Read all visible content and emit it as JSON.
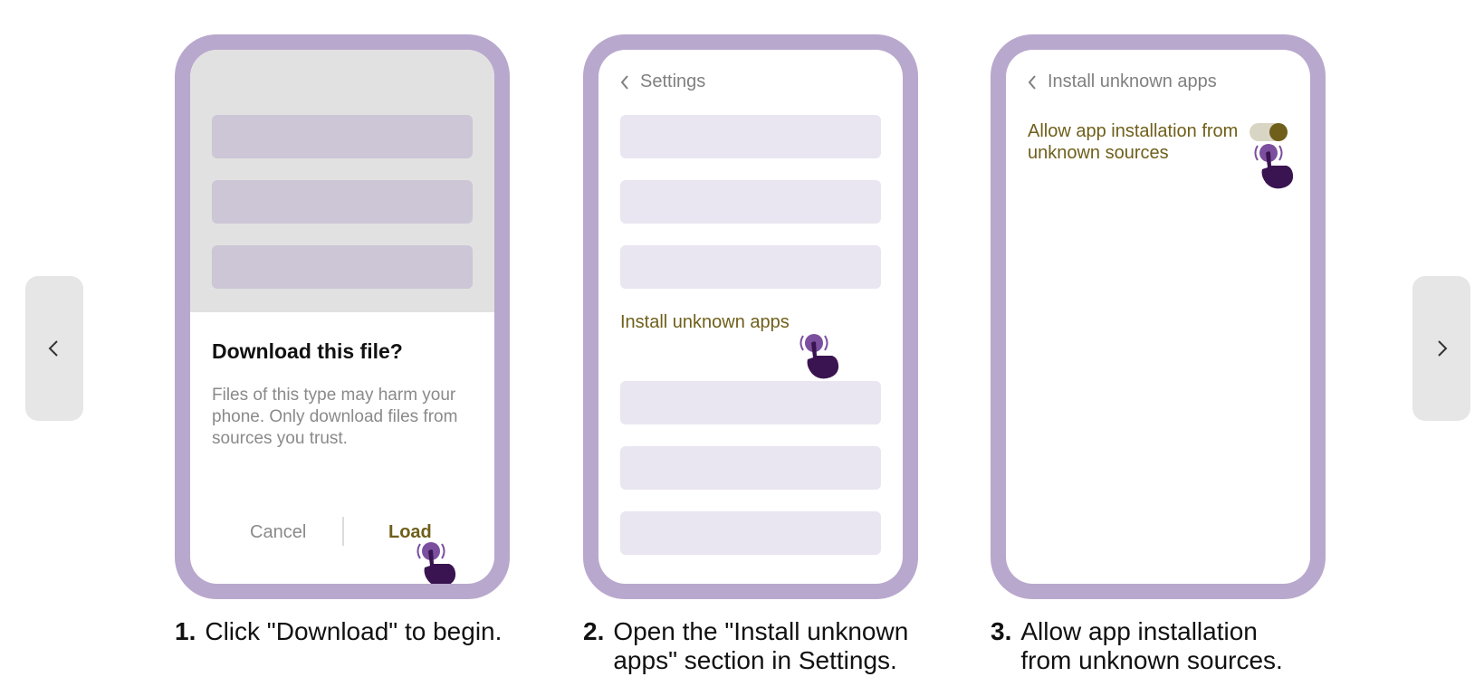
{
  "colors": {
    "frame": "#b9a8cd",
    "accent": "#6f5f1a",
    "hand": "#3a1450",
    "pointer": "#7b4f9e"
  },
  "navigation": {
    "prev_icon": "chevron-left-icon",
    "next_icon": "chevron-right-icon"
  },
  "step1": {
    "number": "1.",
    "caption": "Click \"Download\" to begin.",
    "dialog": {
      "title": "Download this file?",
      "message": "Files of this type may harm your phone. Only download files from sources you trust.",
      "cancel_label": "Cancel",
      "load_label": "Load"
    }
  },
  "step2": {
    "number": "2.",
    "caption": "Open the \"Install unknown apps\" section in Settings.",
    "header_label": "Settings",
    "item_label": "Install unknown apps"
  },
  "step3": {
    "number": "3.",
    "caption": "Allow app installation from unknown sources.",
    "header_label": "Install unknown apps",
    "toggle_label": "Allow app installation from unknown sources",
    "toggle_on": true
  }
}
